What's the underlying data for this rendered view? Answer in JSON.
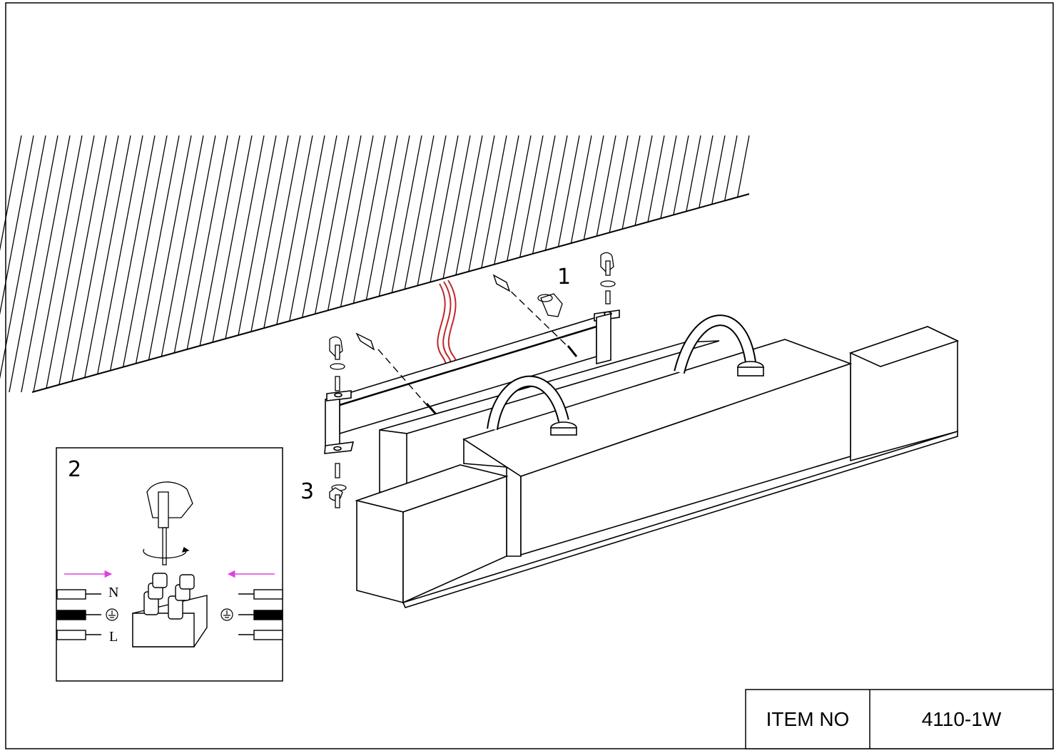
{
  "steps": {
    "step1": "1",
    "step2": "2",
    "step3": "3"
  },
  "terminals": {
    "neutral": "N",
    "live": "L",
    "earth_symbol": "ground-symbol"
  },
  "title_block": {
    "item_label": "ITEM NO",
    "item_value": "4110-1W"
  },
  "colors": {
    "line": "#000000",
    "supply_wire": "#c0282a",
    "direction_arrow": "#e040e0"
  }
}
